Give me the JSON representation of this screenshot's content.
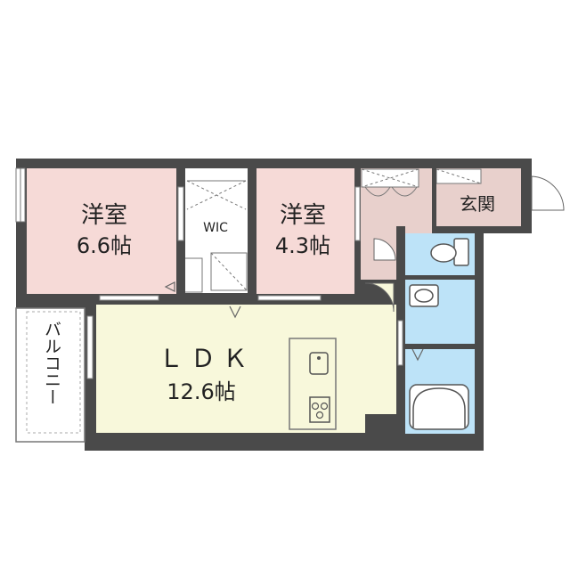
{
  "floorplan": {
    "rooms": {
      "western_room_1": {
        "name": "洋室",
        "size": "6.6帖"
      },
      "western_room_2": {
        "name": "洋室",
        "size": "4.3帖"
      },
      "wic": {
        "name": "WIC"
      },
      "ldk": {
        "name": "ＬＤＫ",
        "size": "12.6帖"
      },
      "entrance": {
        "name": "玄関"
      },
      "balcony": {
        "name": "バルコニー"
      }
    },
    "colors": {
      "bedroom": "#f6dad7",
      "ldk": "#f8f8db",
      "wet_area": "#bde3f8",
      "entrance": "#e8d0cc",
      "storage": "#ffffff",
      "wall": "#4a4a4a",
      "fixture": "#555555"
    }
  }
}
